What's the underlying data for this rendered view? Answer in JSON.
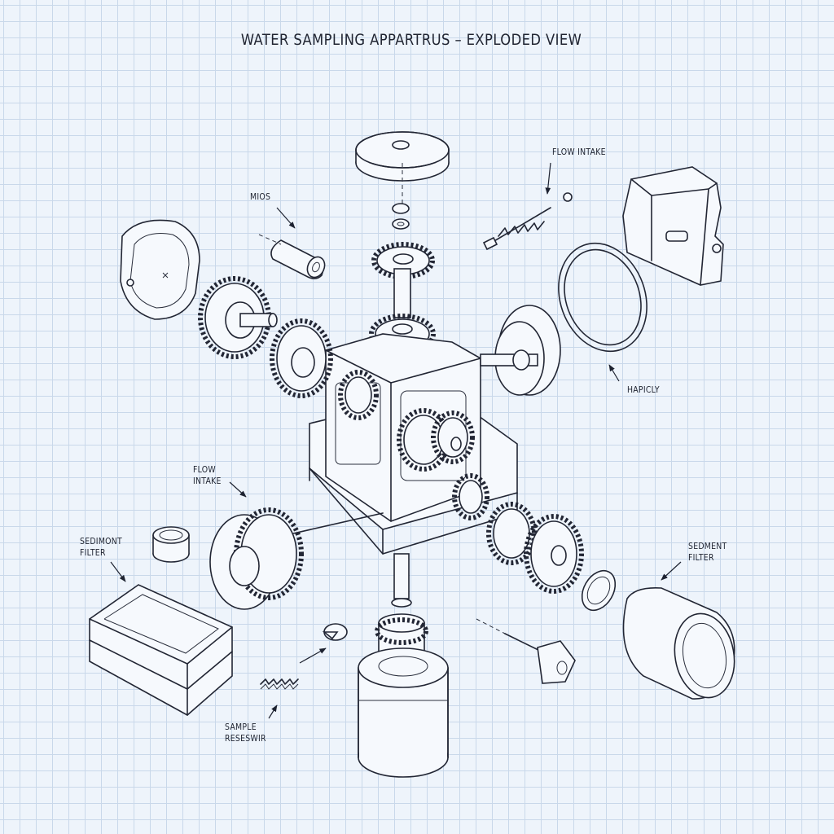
{
  "title": "WATER SAMPLING APPARTRUS – EXPLODED VIEW",
  "labels": {
    "mios": "MIOS",
    "flow_intake_top": "FLOW INTAKE",
    "hapicly": "HAPICLY",
    "flow_intake_left": "FLOW\nINTAKE",
    "sediment_filter_left": "SEDIMONT\nFILTER",
    "sediment_filter_right": "SEDMENT\nFILTER",
    "sample_reservoir": "SAMPLE\nRESESWIR"
  },
  "colors": {
    "background": "#eef4fb",
    "grid": "#c9d8ea",
    "ink": "#222634"
  }
}
